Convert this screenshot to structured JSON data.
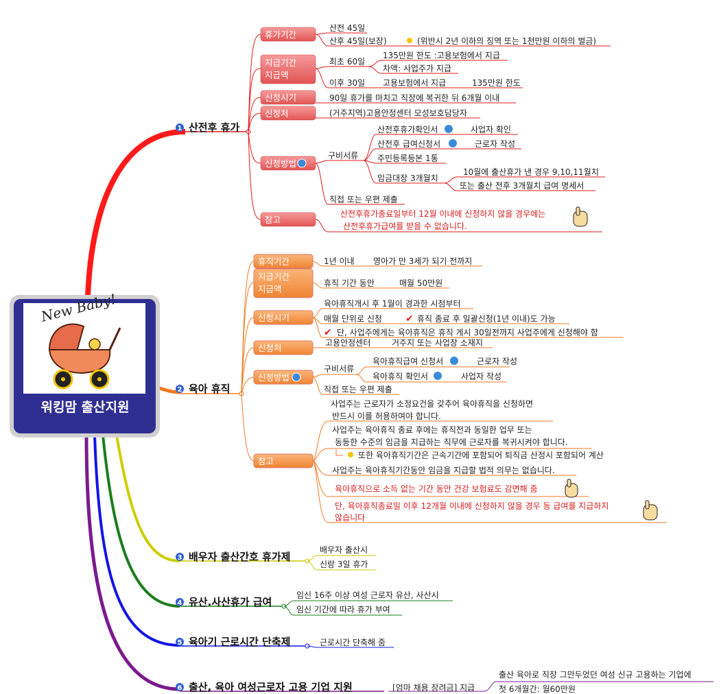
{
  "center": {
    "title": "워킹맘 출산지원",
    "badge_text": "New Baby!"
  },
  "colors": {
    "b1": "#e01a1a",
    "b2": "#f07a23",
    "b3": "#c9c900",
    "b4": "#1a7d1a",
    "b5": "#1515e0",
    "b6": "#7a1a8c",
    "cat1": "#ee6a6a",
    "cat2": "#f4954a",
    "center_bg": "#2d2d91"
  },
  "branches": {
    "b1": {
      "num": "1",
      "title": "산전후 휴가",
      "cats": {
        "leave": "휴가기간",
        "pay": [
          "지급기간",
          "지급액"
        ],
        "when": "신청시기",
        "where": "신청처",
        "how": "신청방법",
        "note": "참고"
      },
      "leave": {
        "pre": "산전 45일",
        "post": "산후 45일(보장)",
        "penalty": "(위반시 2년 이하의 징역 또는 1천만원 이하의 벌금)"
      },
      "pay": {
        "first": "최초 60일",
        "limit": "135만원 한도 :고용보험에서 지급",
        "diff": "차액: 사업주가 지급",
        "after": "이후 30일",
        "from_ins": "고용보험에서  지급",
        "limit2": "135만원 한도"
      },
      "when": "90일 휴가를 마치고 직장에 복귀한 뒤 6개월 이내",
      "where": "(거주지역)고용안정센터 모성보호담당자",
      "docs": {
        "label": "구비서류",
        "d1": "산전후휴가확인서",
        "d1_note": "사업자 확인",
        "d2": "산전후 급여신청서",
        "d2_note": "근로자 작성",
        "d3": "주민등록등본 1통",
        "d4": "임금대장 3개월치",
        "d4_note1": "10월에 출산휴가 낸 경우 9,10,11월치",
        "d4_note2": "또는 출산 전후 3개월치 급여 명세서"
      },
      "submit": "직접 또는 우편 제출",
      "note": [
        "산전후휴가종료일부터 12월 이내에 신청하지 않을 경우에는",
        "산전후휴가급여를 받을 수 없습니다."
      ]
    },
    "b2": {
      "num": "2",
      "title": "육아 휴직",
      "cats": {
        "period": "휴직기간",
        "pay": [
          "지급기간",
          "지급액"
        ],
        "when": "신청시기",
        "where": "신청처",
        "how": "신청방법",
        "note": "참고"
      },
      "period": {
        "len": "1년 이내",
        "detail": "영아가 만 3세가 되기 전까지"
      },
      "pay": {
        "during": "휴직 기간 동안",
        "amount": "매월 50만원"
      },
      "when": {
        "w1": "육아휴직개시 후 1월이 경과한 시점부터",
        "w2": "매월 단위로 신청",
        "w2_note": "휴직 종료 후 일괄신청(1년 이내)도 가능",
        "w3": "단, 사업주에게는 육아휴직은 휴직 게시 30일전까지 사업주에게 신청해야 함"
      },
      "where": {
        "center": "고용안정센터",
        "detail": "거주지 또는 사업장 소재지"
      },
      "docs": {
        "label": "구비서류",
        "d1": "육아휴직급여 신청서",
        "d1_note": "근로자 작성",
        "d2": "육아휴직 확인서",
        "d2_note": "사업자 작성"
      },
      "submit": "직접 또는 우편 제출",
      "notes": {
        "n1": [
          "사업주는 근로자가 소정요건을 갖추어 육아휴직을 신청하면",
          "반드시 이를 허용하여야 합니다."
        ],
        "n2": [
          "사업주는 육아휴직 종료 후에는 휴직전과 동일한 업무 또는",
          "동등한 수준의 임금을 지급하는 직무에 근로자를 복귀시켜야 합니다."
        ],
        "n2_sub": "또한 육아휴직기간은 근속기간에 포함되어 퇴직금 산정시 포함되어 계산",
        "n3": "사업주는 육아휴직기간동안 임금을 지급할 법적 의무는 없습니다.",
        "n4": "육아휴직으로 소득 없는 기간 동안 건강 보험료도 감면해 줌",
        "n5": [
          "단, 육아휴직종료일 이후 12개월 이내에 신청하지 않을 경우 동 급여를 지급하지",
          "않습니다"
        ]
      }
    },
    "b3": {
      "num": "3",
      "title": "배우자 출산간호 휴가제",
      "items": [
        "배우자 출산시",
        "신랑 3일 휴가"
      ]
    },
    "b4": {
      "num": "4",
      "title": "유산.사산휴가 급여",
      "items": [
        "임신 16주 이상 여성 근로자 유산, 사산시",
        "임신 기간에 따라 휴가 부여"
      ]
    },
    "b5": {
      "num": "5",
      "title": "육아기 근로시간 단축제",
      "items": [
        "근로시간 단축해 줌"
      ]
    },
    "b6": {
      "num": "6",
      "title": "출산, 육아 여성근로자 고용 기업 지원",
      "sub": "[엄마 채용 장려금] 지급",
      "items": [
        "출산 육아로 직장 그만두었던 여성 신규 고용하는 기업에",
        "첫 6개월간: 월60만원"
      ]
    }
  }
}
